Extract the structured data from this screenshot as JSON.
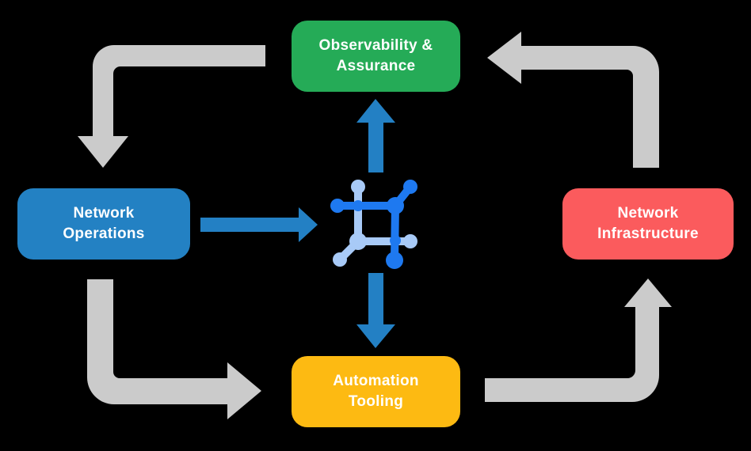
{
  "canvas": {
    "background": "#000000",
    "text_color": "#FFFFFF"
  },
  "nodes": {
    "observability": {
      "label": "Observability & Assurance",
      "lines": [
        "Observability &",
        "Assurance"
      ],
      "color": "#25AB57"
    },
    "operations": {
      "label": "Network Operations",
      "lines": [
        "Network",
        "Operations"
      ],
      "color": "#2381C3"
    },
    "infrastructure": {
      "label": "Network Infrastructure",
      "lines": [
        "Network",
        "Infrastructure"
      ],
      "color": "#FB5B5D"
    },
    "automation": {
      "label": "Automation Tooling",
      "lines": [
        "Automation",
        "Tooling"
      ],
      "color": "#FDBA12"
    }
  },
  "arrows": {
    "cycle_color": "#CBCBCB",
    "hub_color": "#2380C4",
    "cycle": [
      "observability-to-operations-arrow",
      "operations-to-automation-arrow",
      "automation-to-infrastructure-arrow",
      "infrastructure-to-observability-arrow"
    ],
    "hub": [
      "operations-to-hub-arrow",
      "hub-to-observability-arrow",
      "hub-to-automation-arrow"
    ]
  },
  "hub_icon": {
    "name": "network-mesh-icon",
    "dark_color": "#1E79F0",
    "light_color": "#A8CAF7"
  }
}
